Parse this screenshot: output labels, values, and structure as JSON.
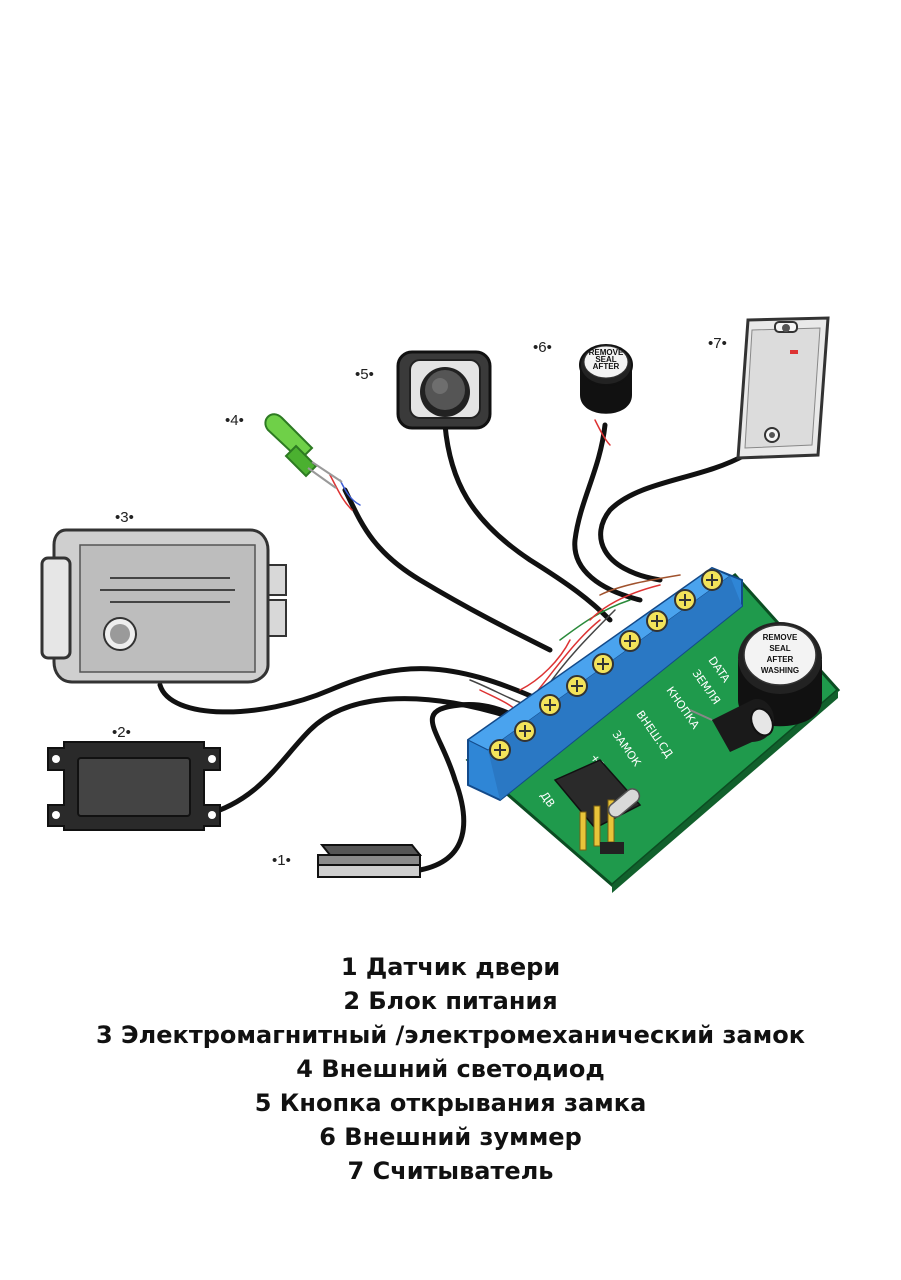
{
  "markers": {
    "m1": "•1•",
    "m2": "•2•",
    "m3": "•3•",
    "m4": "•4•",
    "m5": "•5•",
    "m6": "•6•",
    "m7": "•7•"
  },
  "board": {
    "terminals": [
      "DATA",
      "ЗЕМЛЯ",
      "КНОПКА",
      "ВНЕШ.СД",
      "ЗАМОК",
      "+12В",
      "ДВ"
    ],
    "seal_text": [
      "REMOVE",
      "SEAL",
      "AFTER",
      "WASHING"
    ],
    "colors": {
      "pcb": "#1f9a4c",
      "terminal_block": "#2f86d6",
      "wire": "#111111"
    }
  },
  "legend": [
    "1 Датчик двери",
    "2 Блок питания",
    "3 Электромагнитный /электромеханический замок",
    "4 Внешний светодиод",
    "5 Кнопка открывания замка",
    "6 Внешний зуммер",
    "7 Считыватель"
  ]
}
